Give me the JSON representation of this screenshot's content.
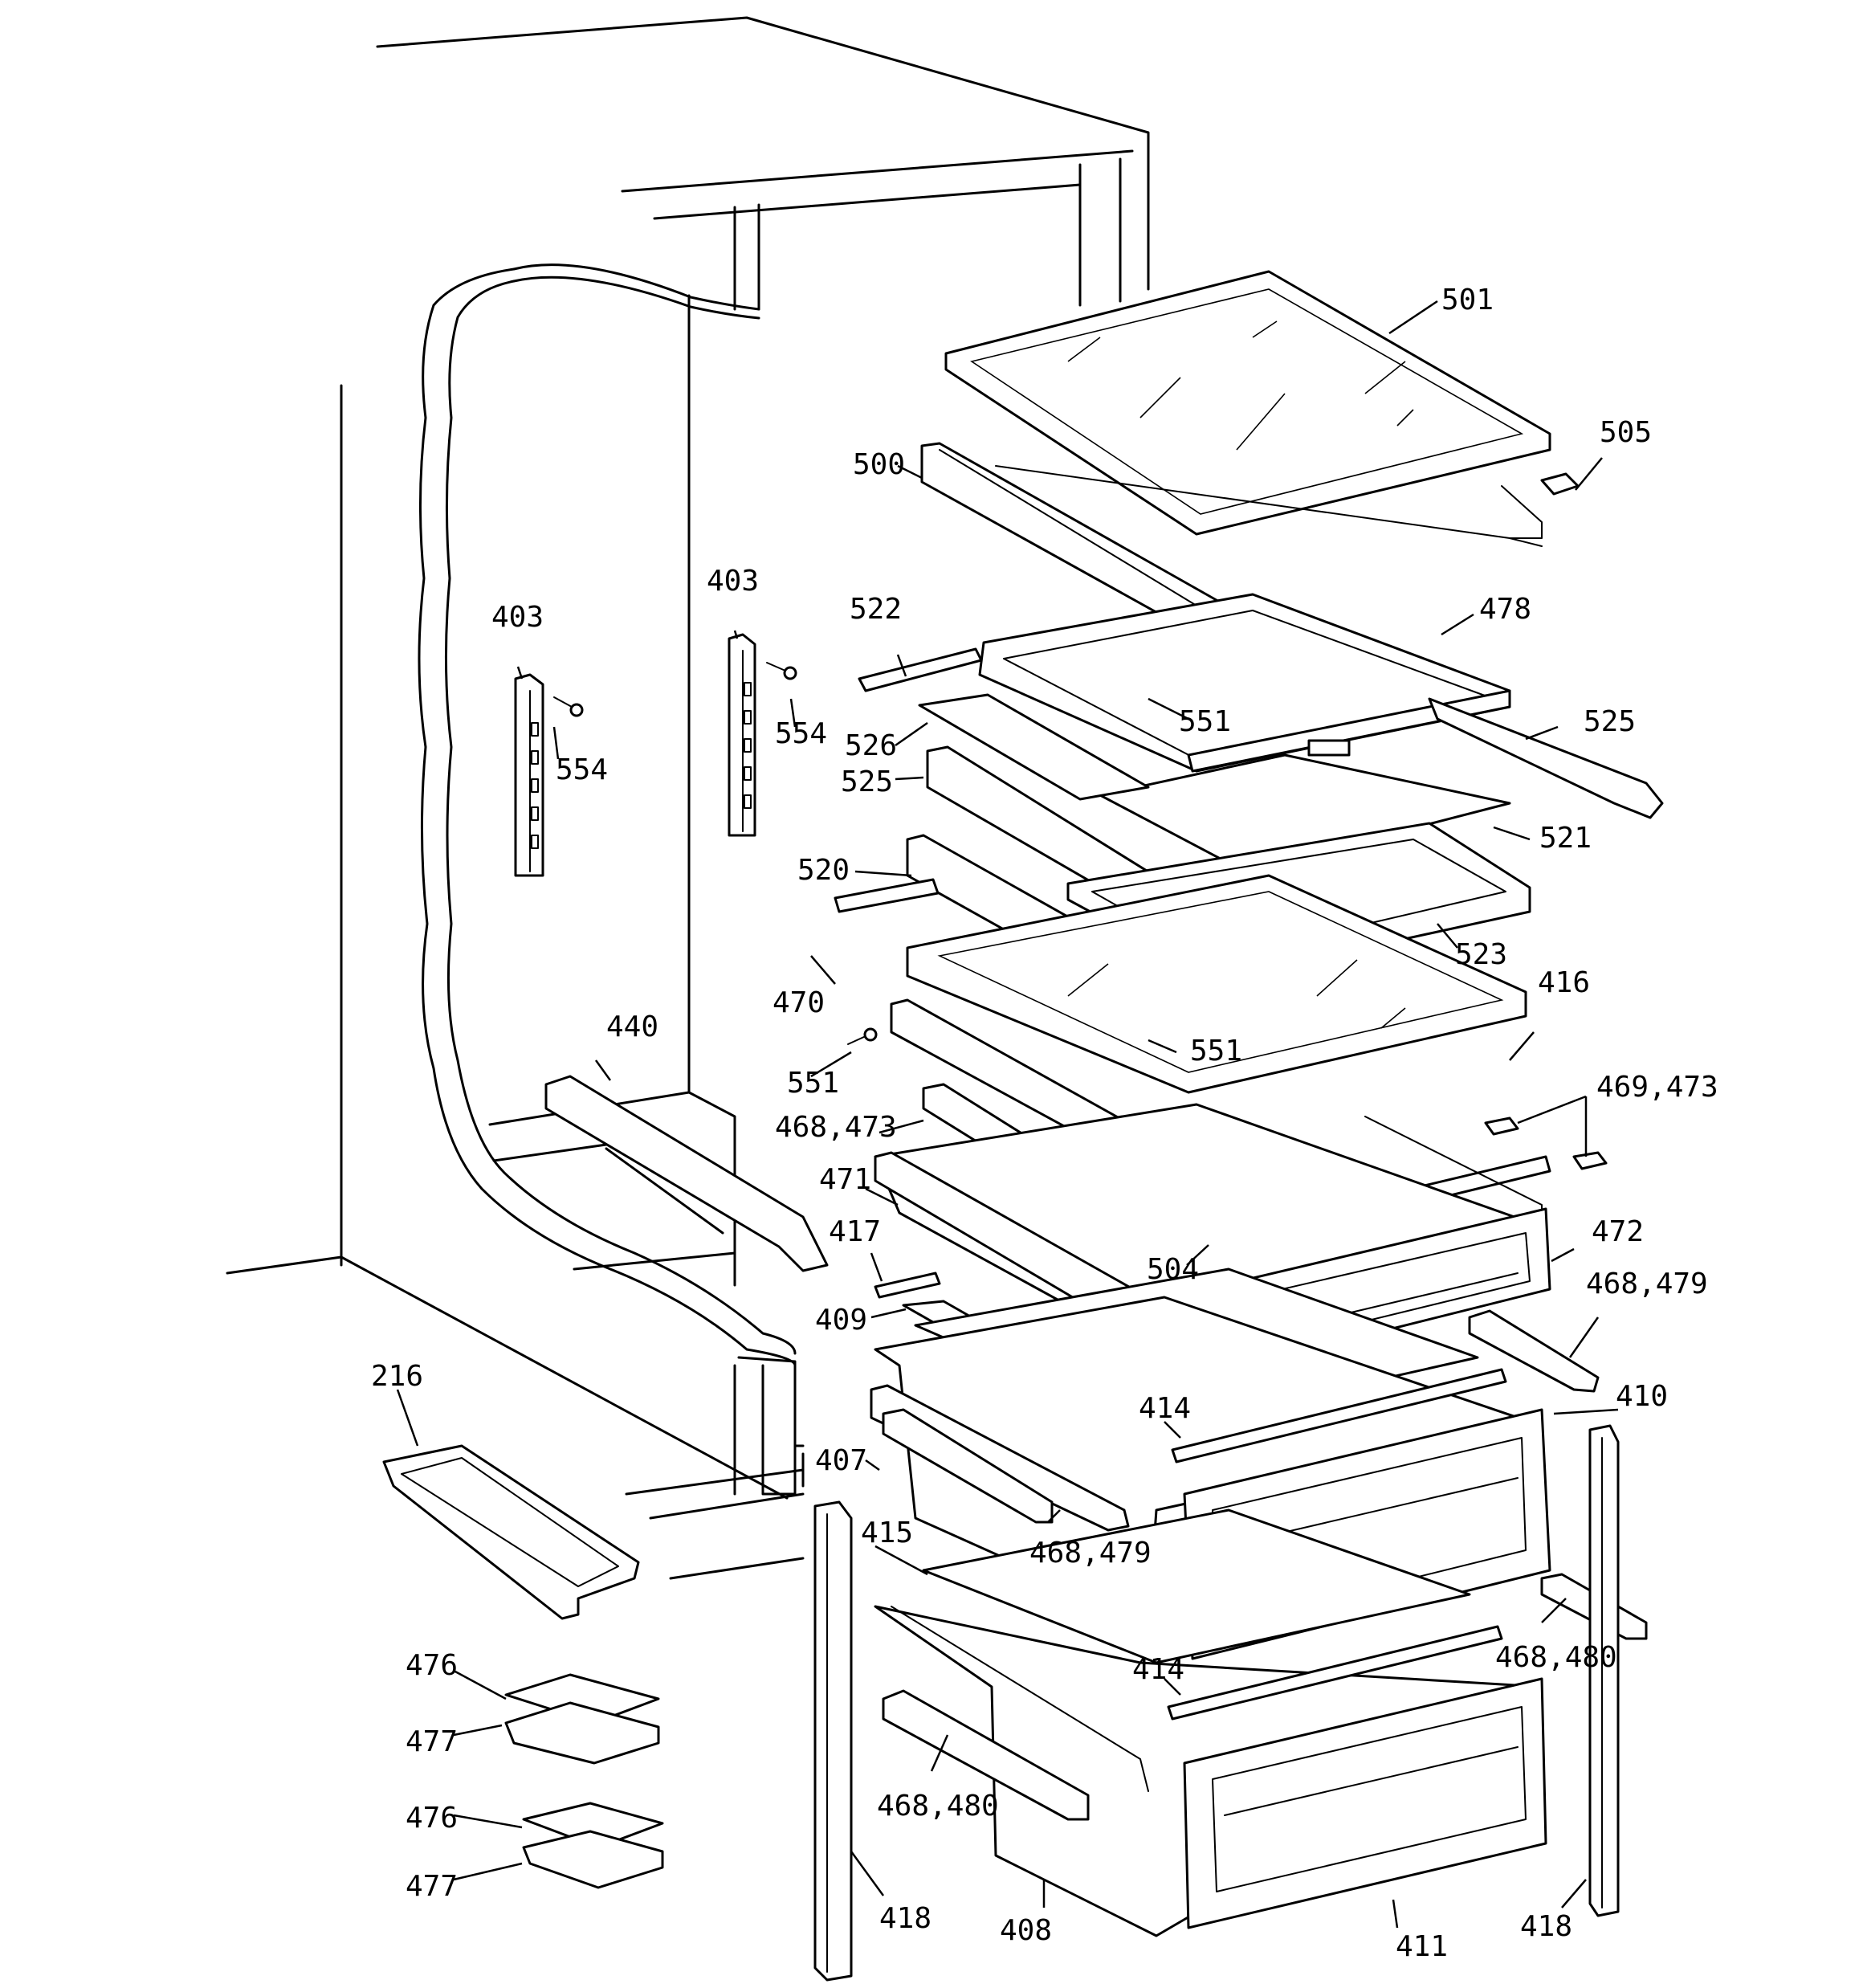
{
  "diagram": {
    "callouts": [
      {
        "id": "501",
        "text": "501"
      },
      {
        "id": "505",
        "text": "505"
      },
      {
        "id": "500",
        "text": "500"
      },
      {
        "id": "478",
        "text": "478"
      },
      {
        "id": "522",
        "text": "522"
      },
      {
        "id": "551a",
        "text": "551"
      },
      {
        "id": "525a",
        "text": "525"
      },
      {
        "id": "526",
        "text": "526"
      },
      {
        "id": "525b",
        "text": "525"
      },
      {
        "id": "521",
        "text": "521"
      },
      {
        "id": "403a",
        "text": "403"
      },
      {
        "id": "554a",
        "text": "554"
      },
      {
        "id": "403b",
        "text": "403"
      },
      {
        "id": "554b",
        "text": "554"
      },
      {
        "id": "520",
        "text": "520"
      },
      {
        "id": "523",
        "text": "523"
      },
      {
        "id": "470",
        "text": "470"
      },
      {
        "id": "416",
        "text": "416"
      },
      {
        "id": "551b",
        "text": "551"
      },
      {
        "id": "440",
        "text": "440"
      },
      {
        "id": "551c",
        "text": "551"
      },
      {
        "id": "469_473",
        "text": "469,473"
      },
      {
        "id": "468_473",
        "text": "468,473"
      },
      {
        "id": "471",
        "text": "471"
      },
      {
        "id": "472",
        "text": "472"
      },
      {
        "id": "417",
        "text": "417"
      },
      {
        "id": "504",
        "text": "504"
      },
      {
        "id": "468_479a",
        "text": "468,479"
      },
      {
        "id": "409",
        "text": "409"
      },
      {
        "id": "410",
        "text": "410"
      },
      {
        "id": "414a",
        "text": "414"
      },
      {
        "id": "216",
        "text": "216"
      },
      {
        "id": "407",
        "text": "407"
      },
      {
        "id": "468_479b",
        "text": "468,479"
      },
      {
        "id": "415",
        "text": "415"
      },
      {
        "id": "468_480a",
        "text": "468,480"
      },
      {
        "id": "414b",
        "text": "414"
      },
      {
        "id": "476a",
        "text": "476"
      },
      {
        "id": "477a",
        "text": "477"
      },
      {
        "id": "468_480b",
        "text": "468,480"
      },
      {
        "id": "476b",
        "text": "476"
      },
      {
        "id": "477b",
        "text": "477"
      },
      {
        "id": "418a",
        "text": "418"
      },
      {
        "id": "408",
        "text": "408"
      },
      {
        "id": "411",
        "text": "411"
      },
      {
        "id": "418b",
        "text": "418"
      }
    ]
  }
}
